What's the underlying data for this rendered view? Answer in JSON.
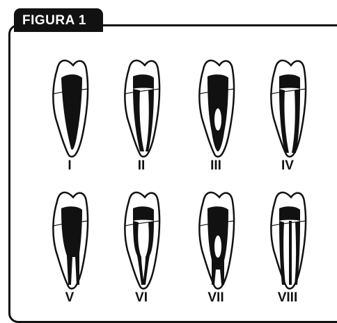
{
  "figure": {
    "title": "FIGURA 1"
  },
  "teeth": [
    {
      "numeral": "I"
    },
    {
      "numeral": "II"
    },
    {
      "numeral": "III"
    },
    {
      "numeral": "IV"
    },
    {
      "numeral": "V"
    },
    {
      "numeral": "VI"
    },
    {
      "numeral": "VII"
    },
    {
      "numeral": "VIII"
    }
  ]
}
